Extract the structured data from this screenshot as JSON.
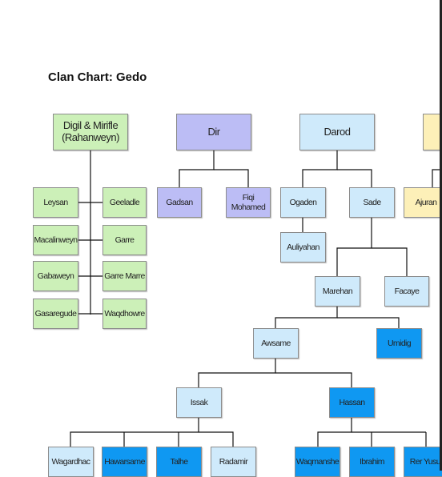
{
  "title": "Clan Chart: Gedo",
  "nodes": {
    "digil": "Digil & Mirifle (Rahanweyn)",
    "dir": "Dir",
    "darod": "Darod",
    "leysan": "Leysan",
    "geeladle": "Geeladle",
    "macalinweyn": "Macalinweyn",
    "garre": "Garre",
    "gabaweyn": "Gabaweyn",
    "garre_marre": "Garre Marre",
    "gasaregude": "Gasaregude",
    "waqdhowre": "Waqdhowre",
    "gadsan": "Gadsan",
    "fiqi_mohamed": "Fiqi Mohamed",
    "ogaden": "Ogaden",
    "sade": "Sade",
    "ajuran": "Ajuran",
    "auliyahan": "Auliyahan",
    "marehan": "Marehan",
    "facaye": "Facaye",
    "awsame": "Awsame",
    "umidig": "Umidig",
    "issak": "Issak",
    "hassan": "Hassan",
    "wagardhac": "Wagardhac",
    "hawarsame": "Hawarsame",
    "talhe": "Talhe",
    "radamir": "Radamir",
    "waqmanshe": "Waqmanshe",
    "ibrahim": "Ibrahim",
    "rer_yusuf": "Rer Yusuf"
  },
  "colors": {
    "green": "#ccf0b8",
    "purple": "#bcbdf5",
    "light_blue": "#cfeafb",
    "dark_blue": "#0f98f2",
    "yellow": "#fdf0b8"
  }
}
